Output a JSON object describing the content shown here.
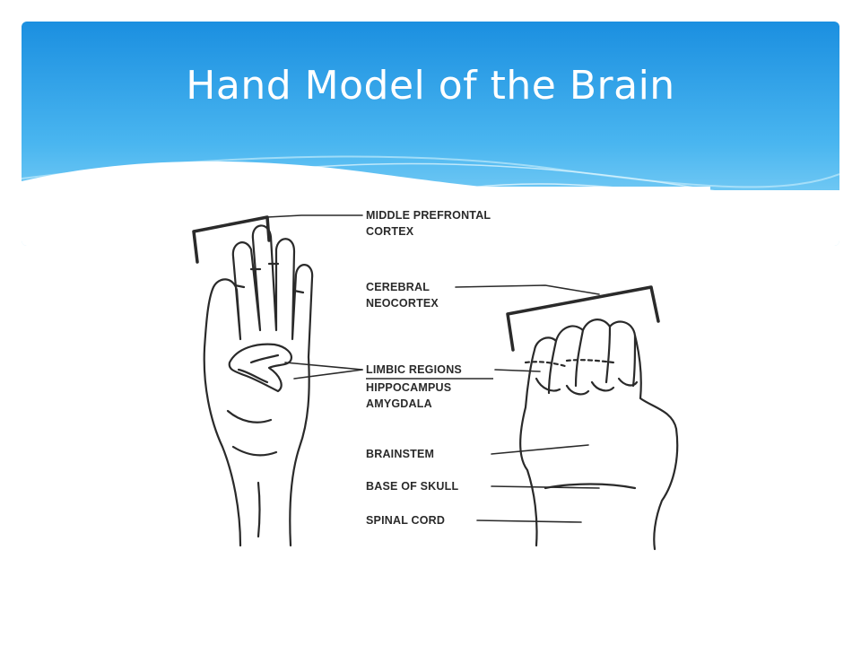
{
  "slide": {
    "title": "Hand Model of the Brain"
  },
  "diagram": {
    "labels": {
      "middle_prefrontal_1": "MIDDLE PREFRONTAL",
      "middle_prefrontal_2": "CORTEX",
      "cerebral_1": "CEREBRAL",
      "cerebral_2": "NEOCORTEX",
      "limbic": "LIMBIC REGIONS",
      "hippocampus": "HIPPOCAMPUS",
      "amygdala": "AMYGDALA",
      "brainstem": "BRAINSTEM",
      "base_of_skull": "BASE OF SKULL",
      "spinal_cord": "SPINAL CORD"
    }
  },
  "colors": {
    "header_top": "#1b8fe0",
    "header_bottom": "#8fd8f8",
    "wave": "#ffffff",
    "ink": "#2a2a2a"
  }
}
